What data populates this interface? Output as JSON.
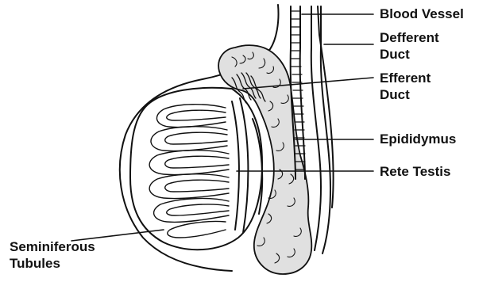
{
  "labels": {
    "blood_vessel": "Blood Vessel",
    "defferent_duct": [
      "Defferent",
      "Duct"
    ],
    "efferent_duct": [
      "Efferent",
      "Duct"
    ],
    "epididymus": "Epididymus",
    "rete_testis": "Rete Testis",
    "seminiferous_tubules": [
      "Seminiferous",
      "Tubules"
    ]
  },
  "colors": {
    "ink": "#111111",
    "epididymis_fill": "#e0e0e0",
    "background": "#ffffff"
  }
}
